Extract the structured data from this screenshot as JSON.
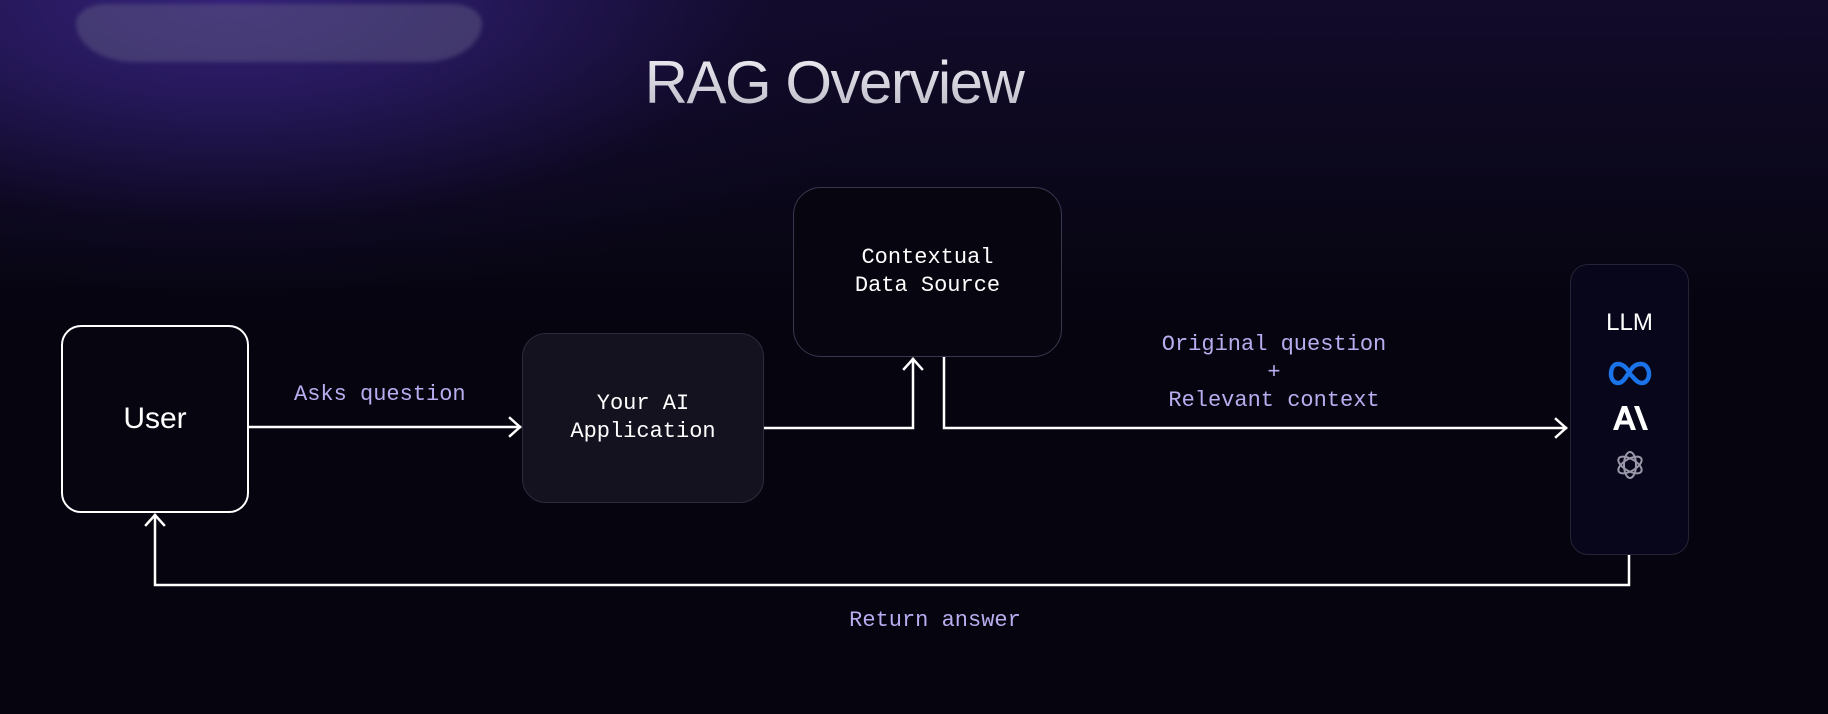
{
  "title": "RAG Overview",
  "nodes": {
    "user": "User",
    "app_line1": "Your AI",
    "app_line2": "Application",
    "data_line1": "Contextual",
    "data_line2": "Data Source",
    "llm": "LLM"
  },
  "llm_providers": [
    {
      "name": "Meta",
      "icon": "meta-infinity-icon",
      "color": "#1a73e8"
    },
    {
      "name": "Anthropic",
      "icon": "anthropic-ai-icon",
      "color": "#ffffff"
    },
    {
      "name": "OpenAI",
      "icon": "openai-knot-icon",
      "color": "#9a98a8"
    }
  ],
  "edges": {
    "asks": "Asks question",
    "orig_line1": "Original question",
    "orig_plus": "+",
    "orig_line2": "Relevant context",
    "return": "Return answer"
  },
  "colors": {
    "background": "#06040f",
    "glow": "#2c1c69",
    "edge_label": "#b7aef0",
    "wire": "#ffffff"
  }
}
